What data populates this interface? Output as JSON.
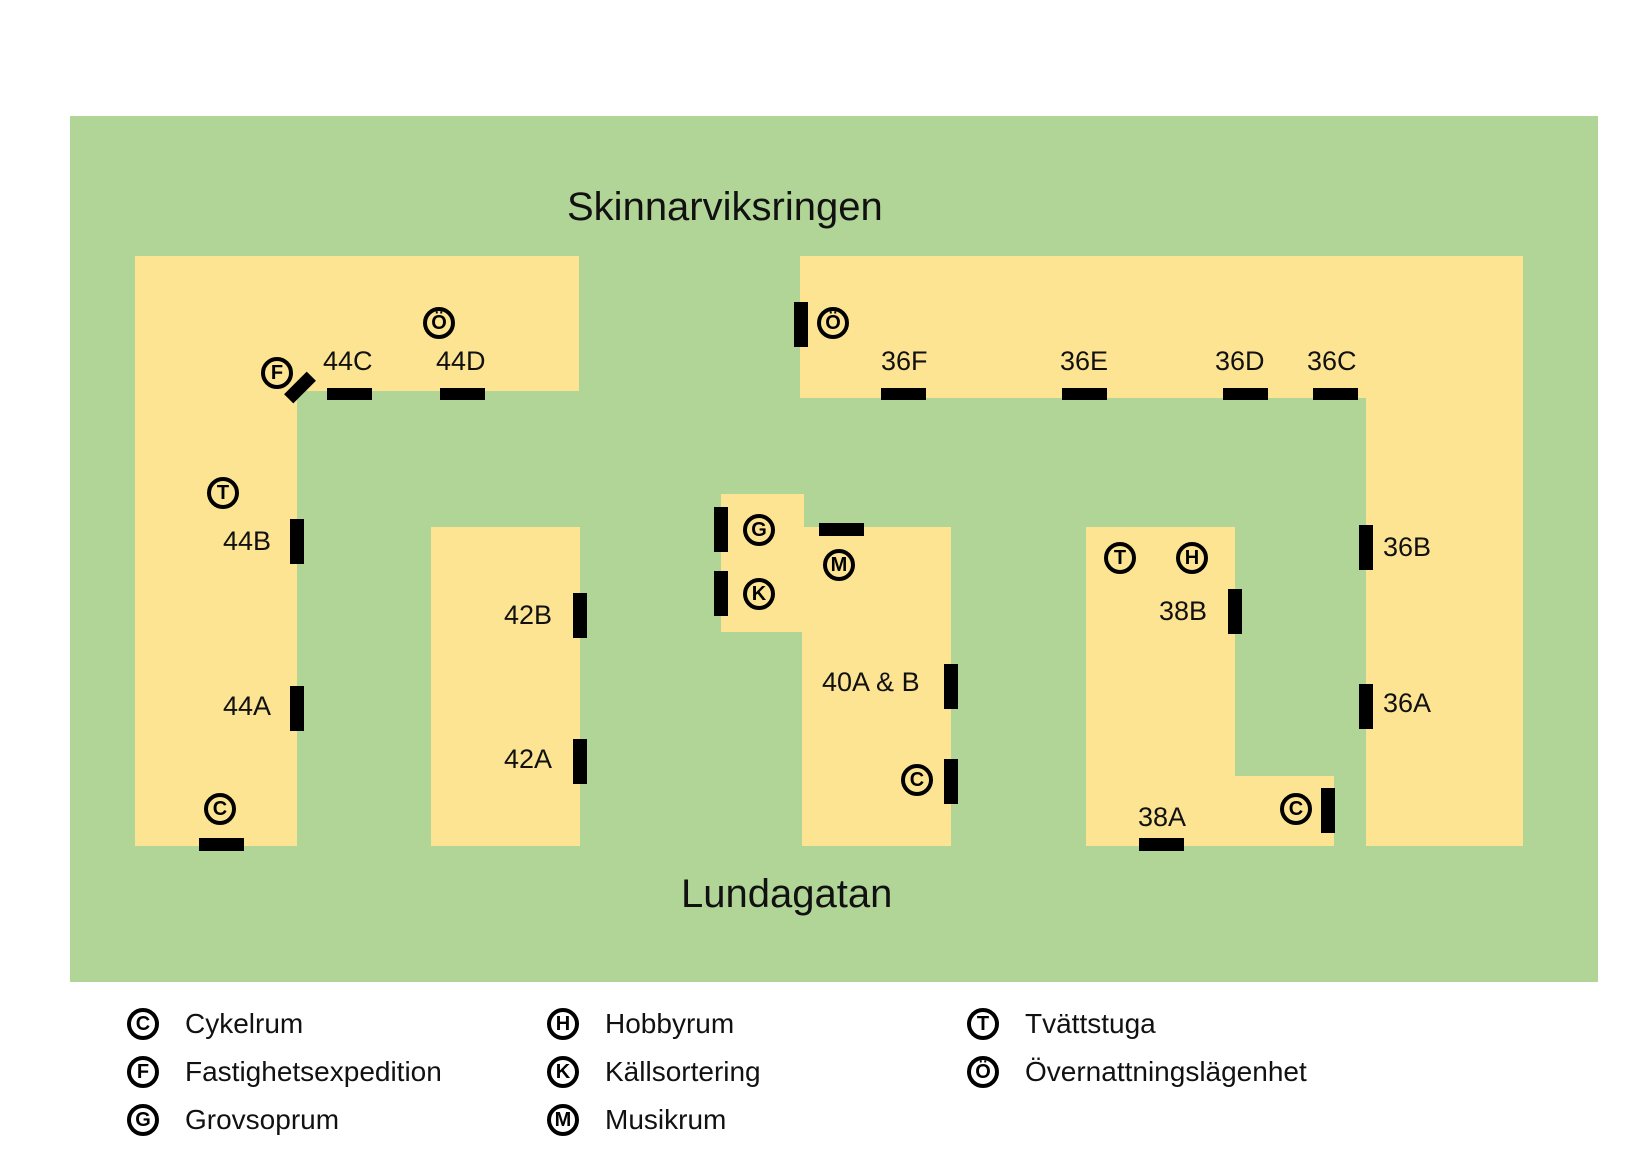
{
  "streets": {
    "north": "Skinnarviksringen",
    "south": "Lundagatan"
  },
  "entrances": {
    "e44A": "44A",
    "e44B": "44B",
    "e44C": "44C",
    "e44D": "44D",
    "e42A": "42A",
    "e42B": "42B",
    "e40AB": "40A & B",
    "e38A": "38A",
    "e38B": "38B",
    "e36A": "36A",
    "e36B": "36B",
    "e36C": "36C",
    "e36D": "36D",
    "e36E": "36E",
    "e36F": "36F"
  },
  "symbols": {
    "cykelrum": "C",
    "fastighetsexpedition": "F",
    "grovsoprum": "G",
    "hobbyrum": "H",
    "kallsortering": "K",
    "musikrum": "M",
    "tvattstuga": "T",
    "overnattning": "Ö"
  },
  "legend": [
    {
      "symbol": "C",
      "label": "Cykelrum"
    },
    {
      "symbol": "F",
      "label": "Fastighetsexpedition"
    },
    {
      "symbol": "G",
      "label": "Grovsoprum"
    },
    {
      "symbol": "H",
      "label": "Hobbyrum"
    },
    {
      "symbol": "K",
      "label": "Källsortering"
    },
    {
      "symbol": "M",
      "label": "Musikrum"
    },
    {
      "symbol": "T",
      "label": "Tvättstuga"
    },
    {
      "symbol": "Ö",
      "label": "Övernattningslägenhet"
    }
  ],
  "colors": {
    "ground": "#b1d597",
    "building": "#fce493",
    "door": "#000000"
  }
}
